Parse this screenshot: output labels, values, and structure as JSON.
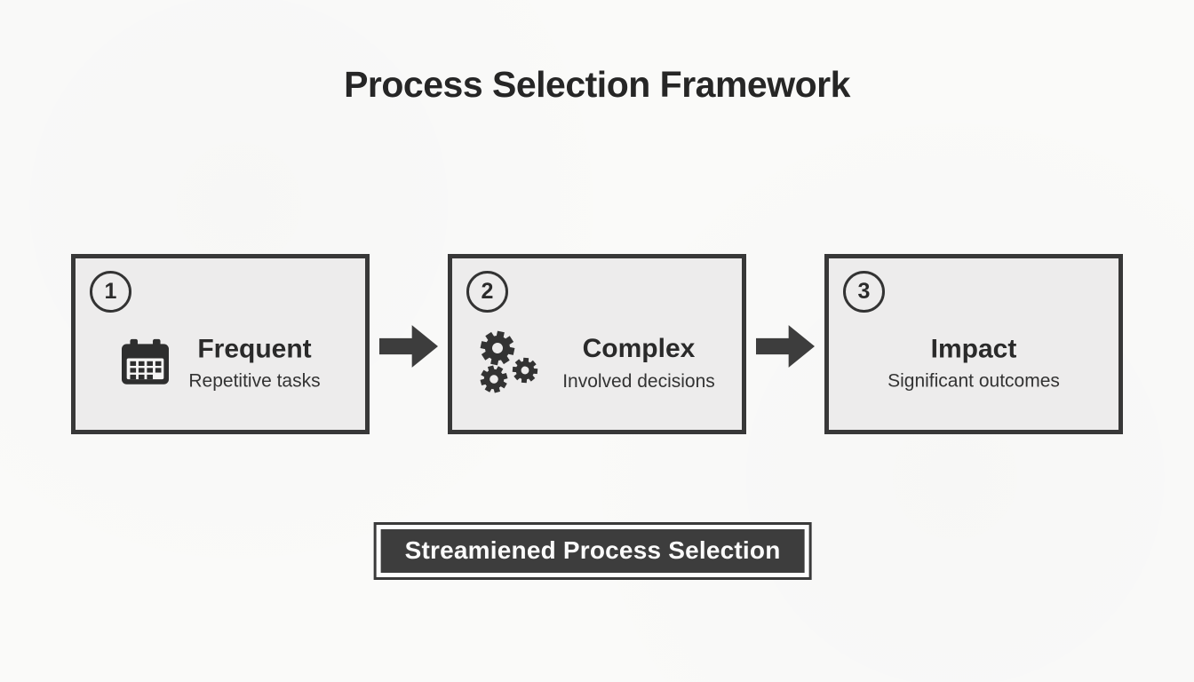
{
  "header": {
    "title": "Process Selection Framework"
  },
  "steps": [
    {
      "number": "1",
      "title": "Frequent",
      "subtitle": "Repetitive tasks",
      "icon": "calendar-icon"
    },
    {
      "number": "2",
      "title": "Complex",
      "subtitle": "Involved decisions",
      "icon": "gears-icon"
    },
    {
      "number": "3",
      "title": "Impact",
      "subtitle": "Significant outcomes",
      "icon": null
    }
  ],
  "connectors": [
    {
      "icon": "arrow-right-icon"
    },
    {
      "icon": "arrow-right-icon"
    }
  ],
  "banner": {
    "label": "Streamiened Process Selection"
  },
  "colors": {
    "page_background": "#fafaf9",
    "box_fill": "#edecec",
    "box_border": "#383838",
    "heading_text": "#2a2a2a",
    "arrow_fill": "#3d3d3d",
    "banner_fill": "#3d3d3d",
    "banner_text": "#fbfbfb"
  }
}
